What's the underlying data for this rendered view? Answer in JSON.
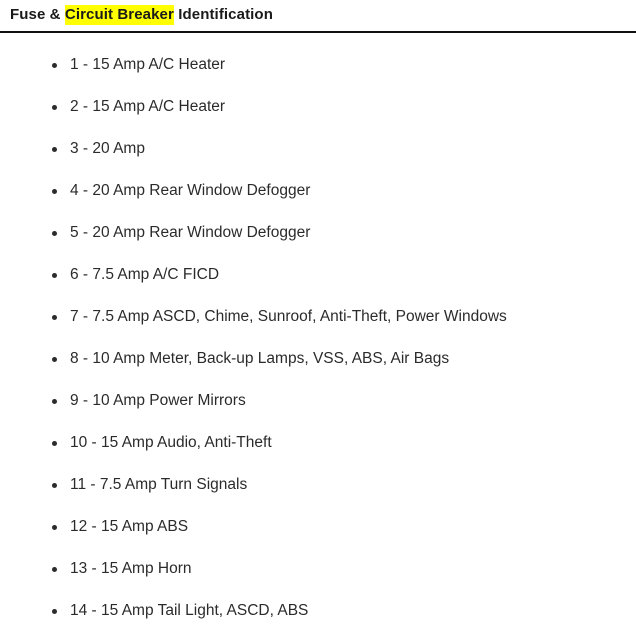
{
  "header": {
    "title_prefix": "Fuse & ",
    "title_highlight": "Circuit Breaker",
    "title_suffix": " Identification",
    "highlight_color": "#ffff00",
    "rule_color": "#111111"
  },
  "theme": {
    "background": "#ffffff",
    "text_color": "#2b2b2b",
    "title_color": "#1a1a1a",
    "bullet_color": "#2b2b2b"
  },
  "fuse_list": {
    "marker": "bullet",
    "items": [
      {
        "text": "1 - 15 Amp A/C Heater"
      },
      {
        "text": "2 - 15 Amp A/C Heater"
      },
      {
        "text": "3 - 20 Amp"
      },
      {
        "text": "4 - 20 Amp Rear Window Defogger"
      },
      {
        "text": "5 - 20 Amp Rear Window Defogger"
      },
      {
        "text": "6 - 7.5 Amp A/C FICD"
      },
      {
        "text": "7 - 7.5 Amp ASCD, Chime, Sunroof, Anti-Theft, Power Windows"
      },
      {
        "text": "8 - 10 Amp Meter, Back-up Lamps, VSS, ABS, Air Bags"
      },
      {
        "text": "9 - 10 Amp Power Mirrors"
      },
      {
        "text": "10 - 15 Amp Audio, Anti-Theft"
      },
      {
        "text": "11 - 7.5 Amp Turn Signals"
      },
      {
        "text": "12 - 15 Amp ABS"
      },
      {
        "text": "13 - 15 Amp Horn"
      },
      {
        "text": "14 - 15 Amp Tail Light, ASCD, ABS"
      }
    ]
  }
}
